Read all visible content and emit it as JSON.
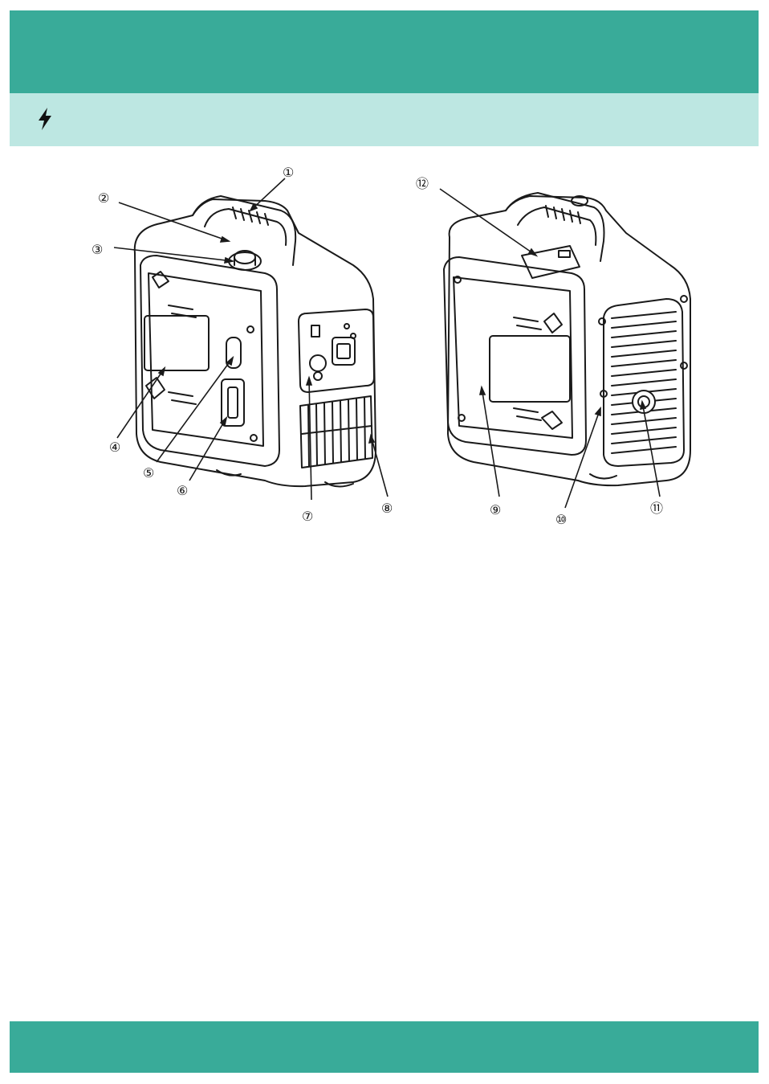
{
  "colors": {
    "header": "#39ab99",
    "subheader": "#bde7e2",
    "footer": "#39ab99",
    "line": "#1a1a1a"
  },
  "subheader": {
    "icon": "lightning-bolt-icon"
  },
  "figure": {
    "callouts": [
      "①",
      "②",
      "③",
      "④",
      "⑤",
      "⑥",
      "⑦",
      "⑧",
      "⑨",
      "⑩",
      "⑪",
      "⑫"
    ]
  }
}
